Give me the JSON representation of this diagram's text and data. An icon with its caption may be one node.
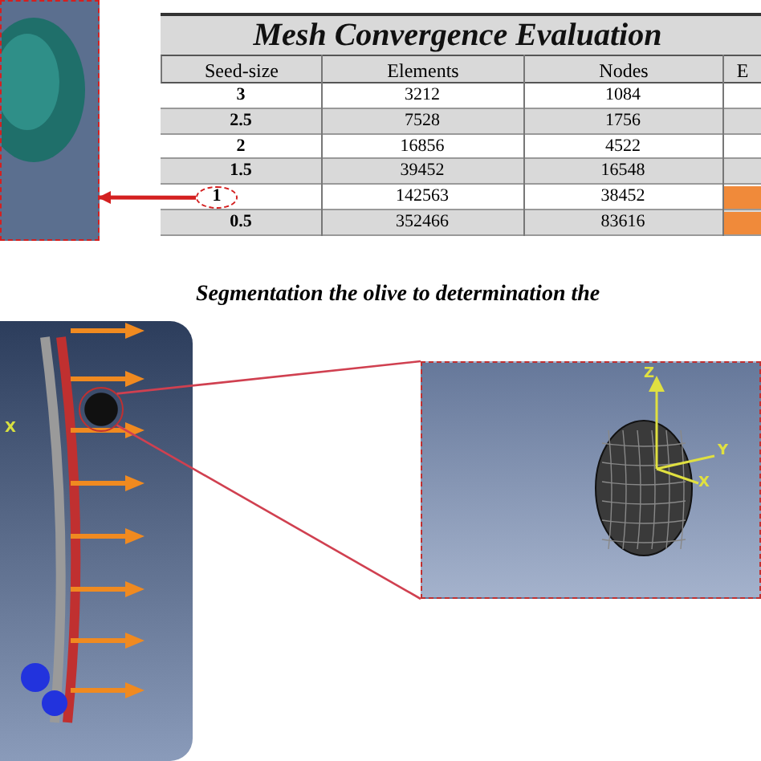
{
  "diagram": {
    "nodes": [
      {
        "text": [],
        "shape": "picture"
      },
      {
        "text": [
          "1"
        ]
      },
      {
        "text": [],
        "shape": "picture"
      },
      {
        "text": [],
        "shape": "circle",
        "in": 2
      },
      {
        "text": [],
        "shape": "picture"
      }
    ],
    "edges": [
      {
        "from": 1,
        "to": 0,
        "arrow": "to",
        "color": "#d42020"
      },
      {
        "from": 3,
        "to": 4,
        "arrow": "none"
      },
      {
        "from": 3,
        "to": 4,
        "arrow": "none"
      }
    ],
    "labels": [
      "Mesh Convergence Evaluation",
      "Seed-size",
      "Elements",
      "Nodes",
      "E",
      "3",
      "3212",
      "1084",
      "2.5",
      "7528",
      "1756",
      "2",
      "16856",
      "4522",
      "1.5",
      "39452",
      "16548",
      "142563",
      "38452",
      "0.5",
      "352466",
      "83616",
      "Segmentation the olive to determination the",
      "X",
      "Z",
      "Y",
      "X"
    ]
  }
}
